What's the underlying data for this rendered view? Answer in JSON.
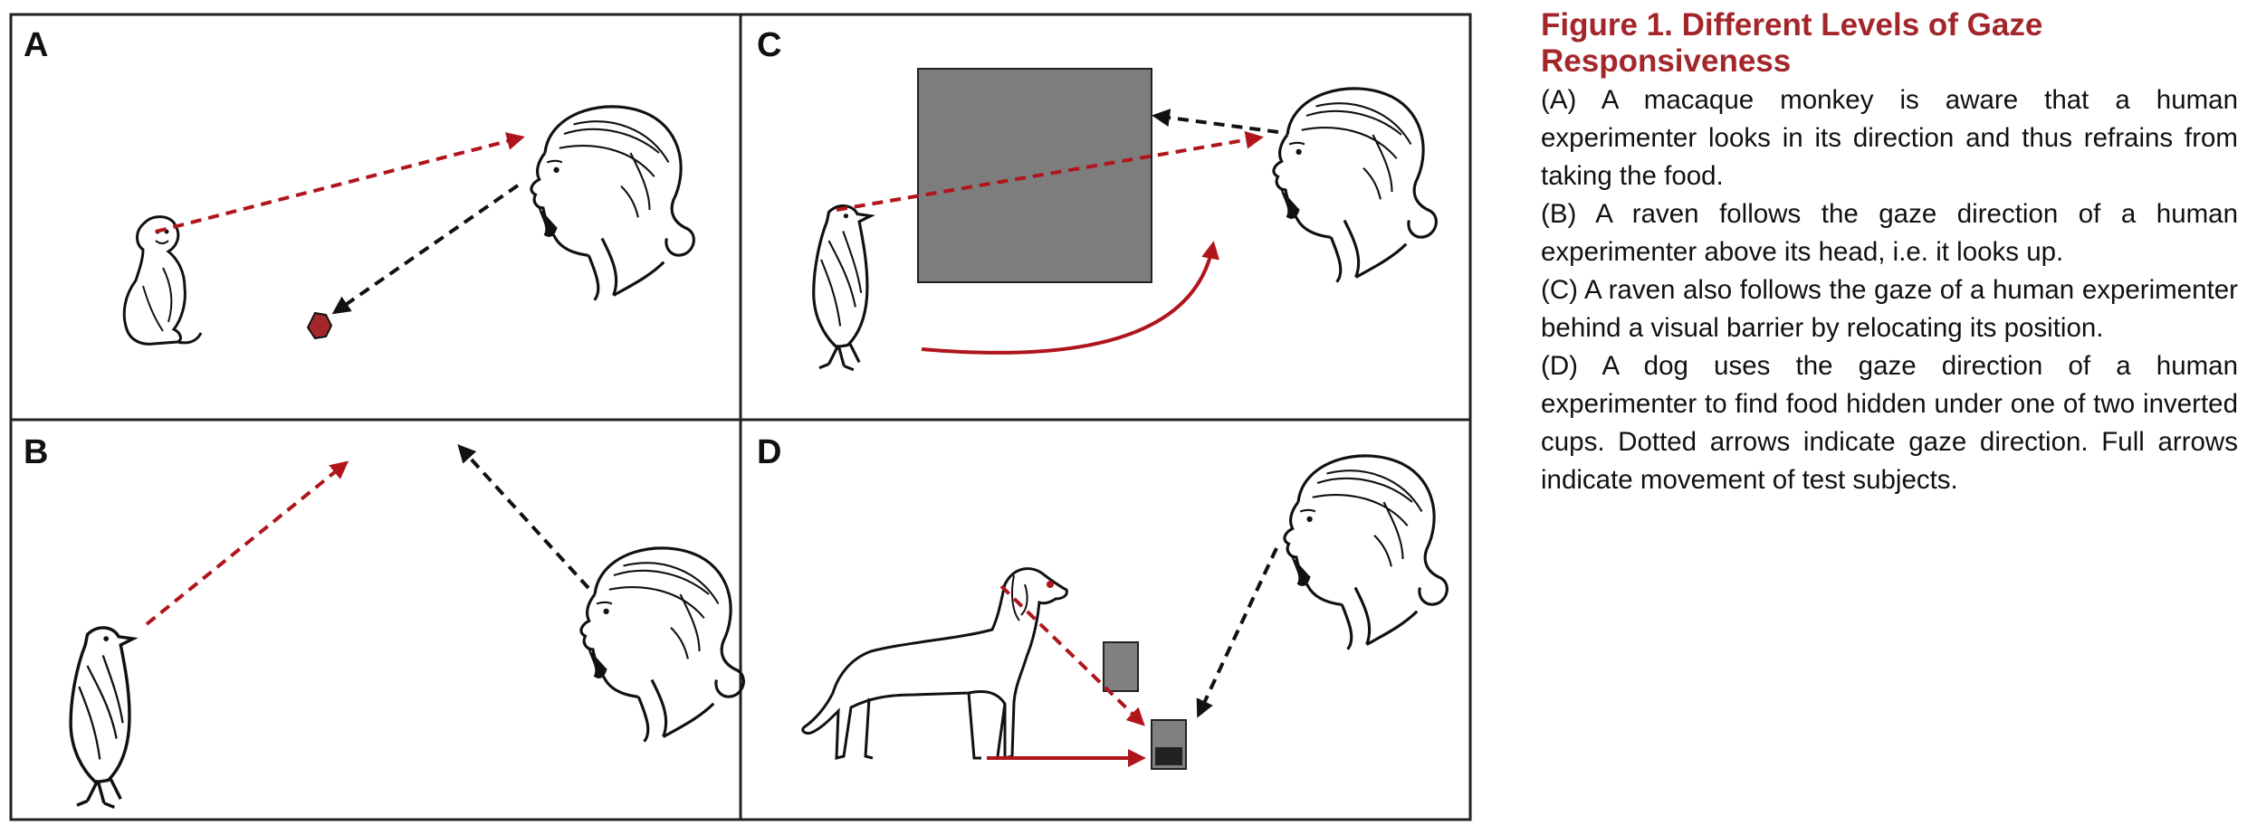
{
  "colors": {
    "accent_red": "#a3262b",
    "gaze_arrow_red": "#b0151c",
    "gaze_arrow_black": "#111111",
    "barrier_gray": "#7d7d7d",
    "cup_gray": "#808080"
  },
  "panels": [
    {
      "label": "A"
    },
    {
      "label": "B"
    },
    {
      "label": "C"
    },
    {
      "label": "D"
    }
  ],
  "caption": {
    "title": "Figure 1. Different Levels of Gaze Responsiveness",
    "paragraphs": [
      "(A) A macaque monkey is aware that a human experimenter looks in its direction and thus refrains from taking the food.",
      "(B) A raven follows the gaze direction of a human experimenter above its head, i.e. it looks up.",
      "(C) A raven also follows the gaze of a human experimenter behind a visual barrier by relocating its position.",
      "(D) A dog uses the gaze direction of a human experimenter to find food hidden under one of two inverted cups. Dotted arrows indicate gaze direction. Full arrows indicate movement of test subjects."
    ]
  },
  "icons": {
    "monkey": "monkey-icon",
    "raven": "raven-icon",
    "dog": "dog-icon",
    "human_head": "human-head-icon",
    "food": "food-icon",
    "barrier": "barrier-icon",
    "cup": "cup-icon"
  }
}
